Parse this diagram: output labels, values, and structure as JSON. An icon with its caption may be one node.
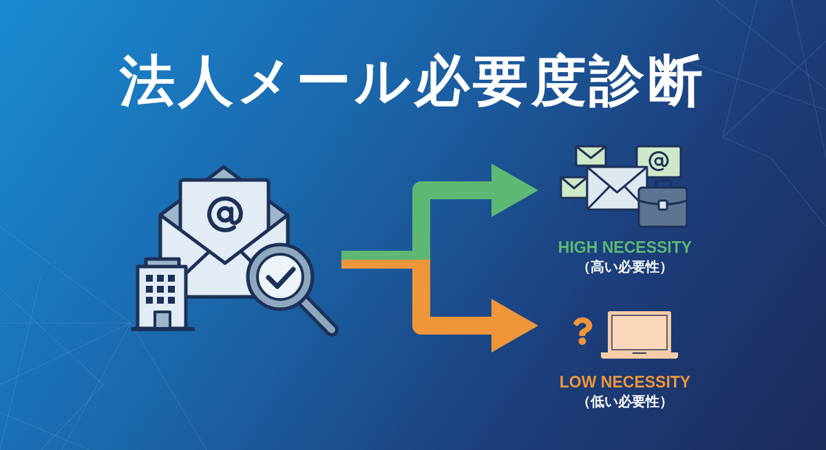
{
  "diagram": {
    "title": "法人メール必要度診断",
    "nodes": [
      {
        "text": [],
        "shape": "picture"
      },
      {
        "text": [
          "HIGH NECESSITY",
          "（高い必要性）"
        ]
      },
      {
        "text": [
          "LOW NECESSITY",
          "（低い必要性）"
        ]
      }
    ],
    "edges": [
      {
        "from": 0,
        "to": 1,
        "arrow": "to",
        "color": "#5db873"
      },
      {
        "from": 0,
        "to": 2,
        "arrow": "to",
        "color": "#f0963a"
      }
    ]
  }
}
